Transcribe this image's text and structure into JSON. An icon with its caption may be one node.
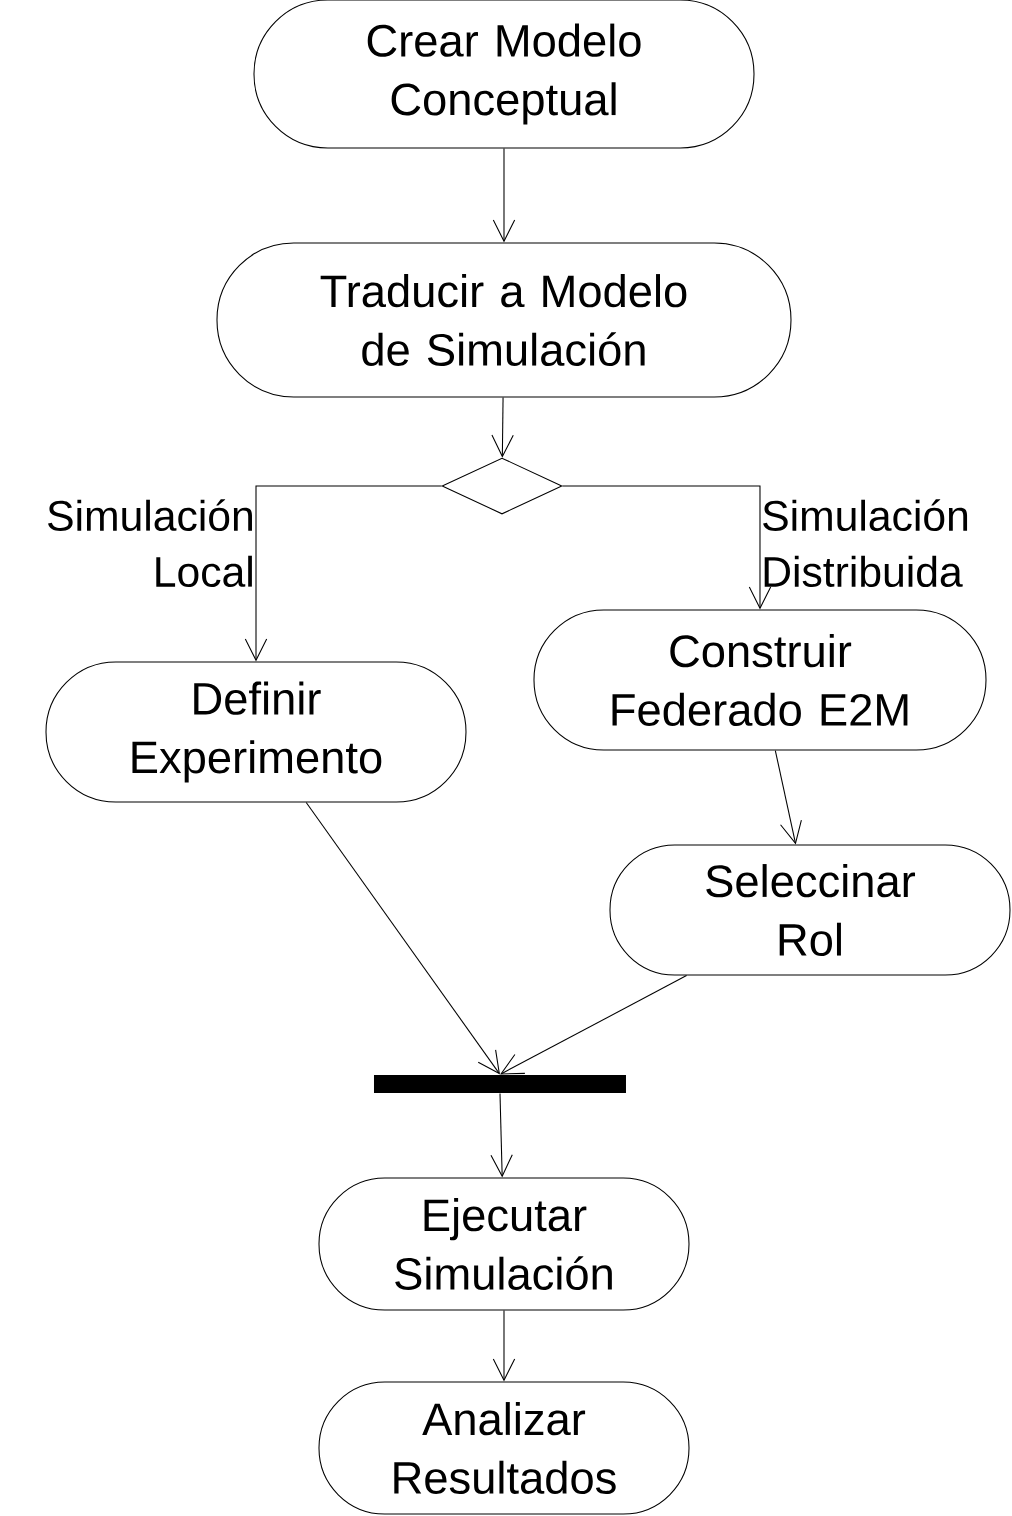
{
  "diagram": {
    "nodes": [
      {
        "text": [
          "Crear Modelo Conceptual"
        ]
      },
      {
        "text": [
          "Traducir a Modelo de Simulación"
        ]
      },
      {
        "text": [],
        "shape": "diamond"
      },
      {
        "text": [
          "Definir Experimento"
        ]
      },
      {
        "text": [
          "Construir Federado E2M"
        ]
      },
      {
        "text": [
          "Seleccinar Rol"
        ]
      },
      {
        "text": [],
        "shape": "bar"
      },
      {
        "text": [
          "Ejecutar Simulación"
        ]
      },
      {
        "text": [
          "Analizar Resultados"
        ]
      }
    ],
    "edges": [
      {
        "from": 0,
        "to": 1,
        "arrow": "to"
      },
      {
        "from": 1,
        "to": 2,
        "arrow": "to"
      },
      {
        "from": 2,
        "to": 3,
        "arrow": "to",
        "label": "Simulación Local"
      },
      {
        "from": 2,
        "to": 4,
        "arrow": "to",
        "label": "Simulación Distribuida"
      },
      {
        "from": 3,
        "to": 6,
        "arrow": "to"
      },
      {
        "from": 4,
        "to": 5,
        "arrow": "to"
      },
      {
        "from": 5,
        "to": 6,
        "arrow": "to"
      },
      {
        "from": 6,
        "to": 7,
        "arrow": "to"
      },
      {
        "from": 7,
        "to": 8,
        "arrow": "to"
      }
    ]
  }
}
